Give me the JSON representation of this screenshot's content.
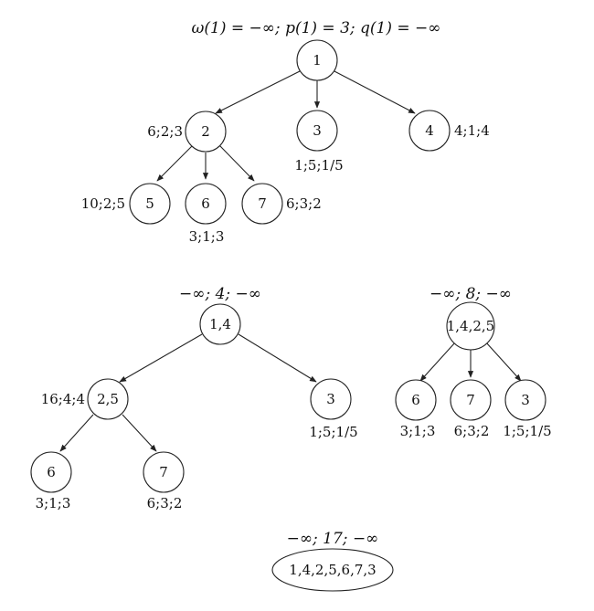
{
  "diagram": {
    "trees": [
      {
        "header": "ω(1) = −∞; p(1) = 3; q(1) = −∞",
        "nodes": [
          {
            "id": "t1-n1",
            "label": "1",
            "ann": ""
          },
          {
            "id": "t1-n2",
            "label": "2",
            "ann": "6;2;3"
          },
          {
            "id": "t1-n3",
            "label": "3",
            "ann": "1;5;1/5"
          },
          {
            "id": "t1-n4",
            "label": "4",
            "ann": "4;1;4"
          },
          {
            "id": "t1-n5",
            "label": "5",
            "ann": "10;2;5"
          },
          {
            "id": "t1-n6",
            "label": "6",
            "ann": "3;1;3"
          },
          {
            "id": "t1-n7",
            "label": "7",
            "ann": "6;3;2"
          }
        ]
      },
      {
        "header": "−∞; 4; −∞",
        "nodes": [
          {
            "id": "t2-n14",
            "label": "1,4",
            "ann": ""
          },
          {
            "id": "t2-n25",
            "label": "2,5",
            "ann": "16;4;4"
          },
          {
            "id": "t2-n3",
            "label": "3",
            "ann": "1;5;1/5"
          },
          {
            "id": "t2-n6",
            "label": "6",
            "ann": "3;1;3"
          },
          {
            "id": "t2-n7",
            "label": "7",
            "ann": "6;3;2"
          }
        ]
      },
      {
        "header": "−∞; 8; −∞",
        "nodes": [
          {
            "id": "t3-n1425",
            "label": "1,4,2,5",
            "ann": ""
          },
          {
            "id": "t3-n6",
            "label": "6",
            "ann": "3;1;3"
          },
          {
            "id": "t3-n7",
            "label": "7",
            "ann": "6;3;2"
          },
          {
            "id": "t3-n3",
            "label": "3",
            "ann": "1;5;1/5"
          }
        ]
      },
      {
        "header": "−∞; 17; −∞",
        "nodes": [
          {
            "id": "t4-all",
            "label": "1,4,2,5,6,7,3",
            "ann": ""
          }
        ]
      }
    ]
  }
}
